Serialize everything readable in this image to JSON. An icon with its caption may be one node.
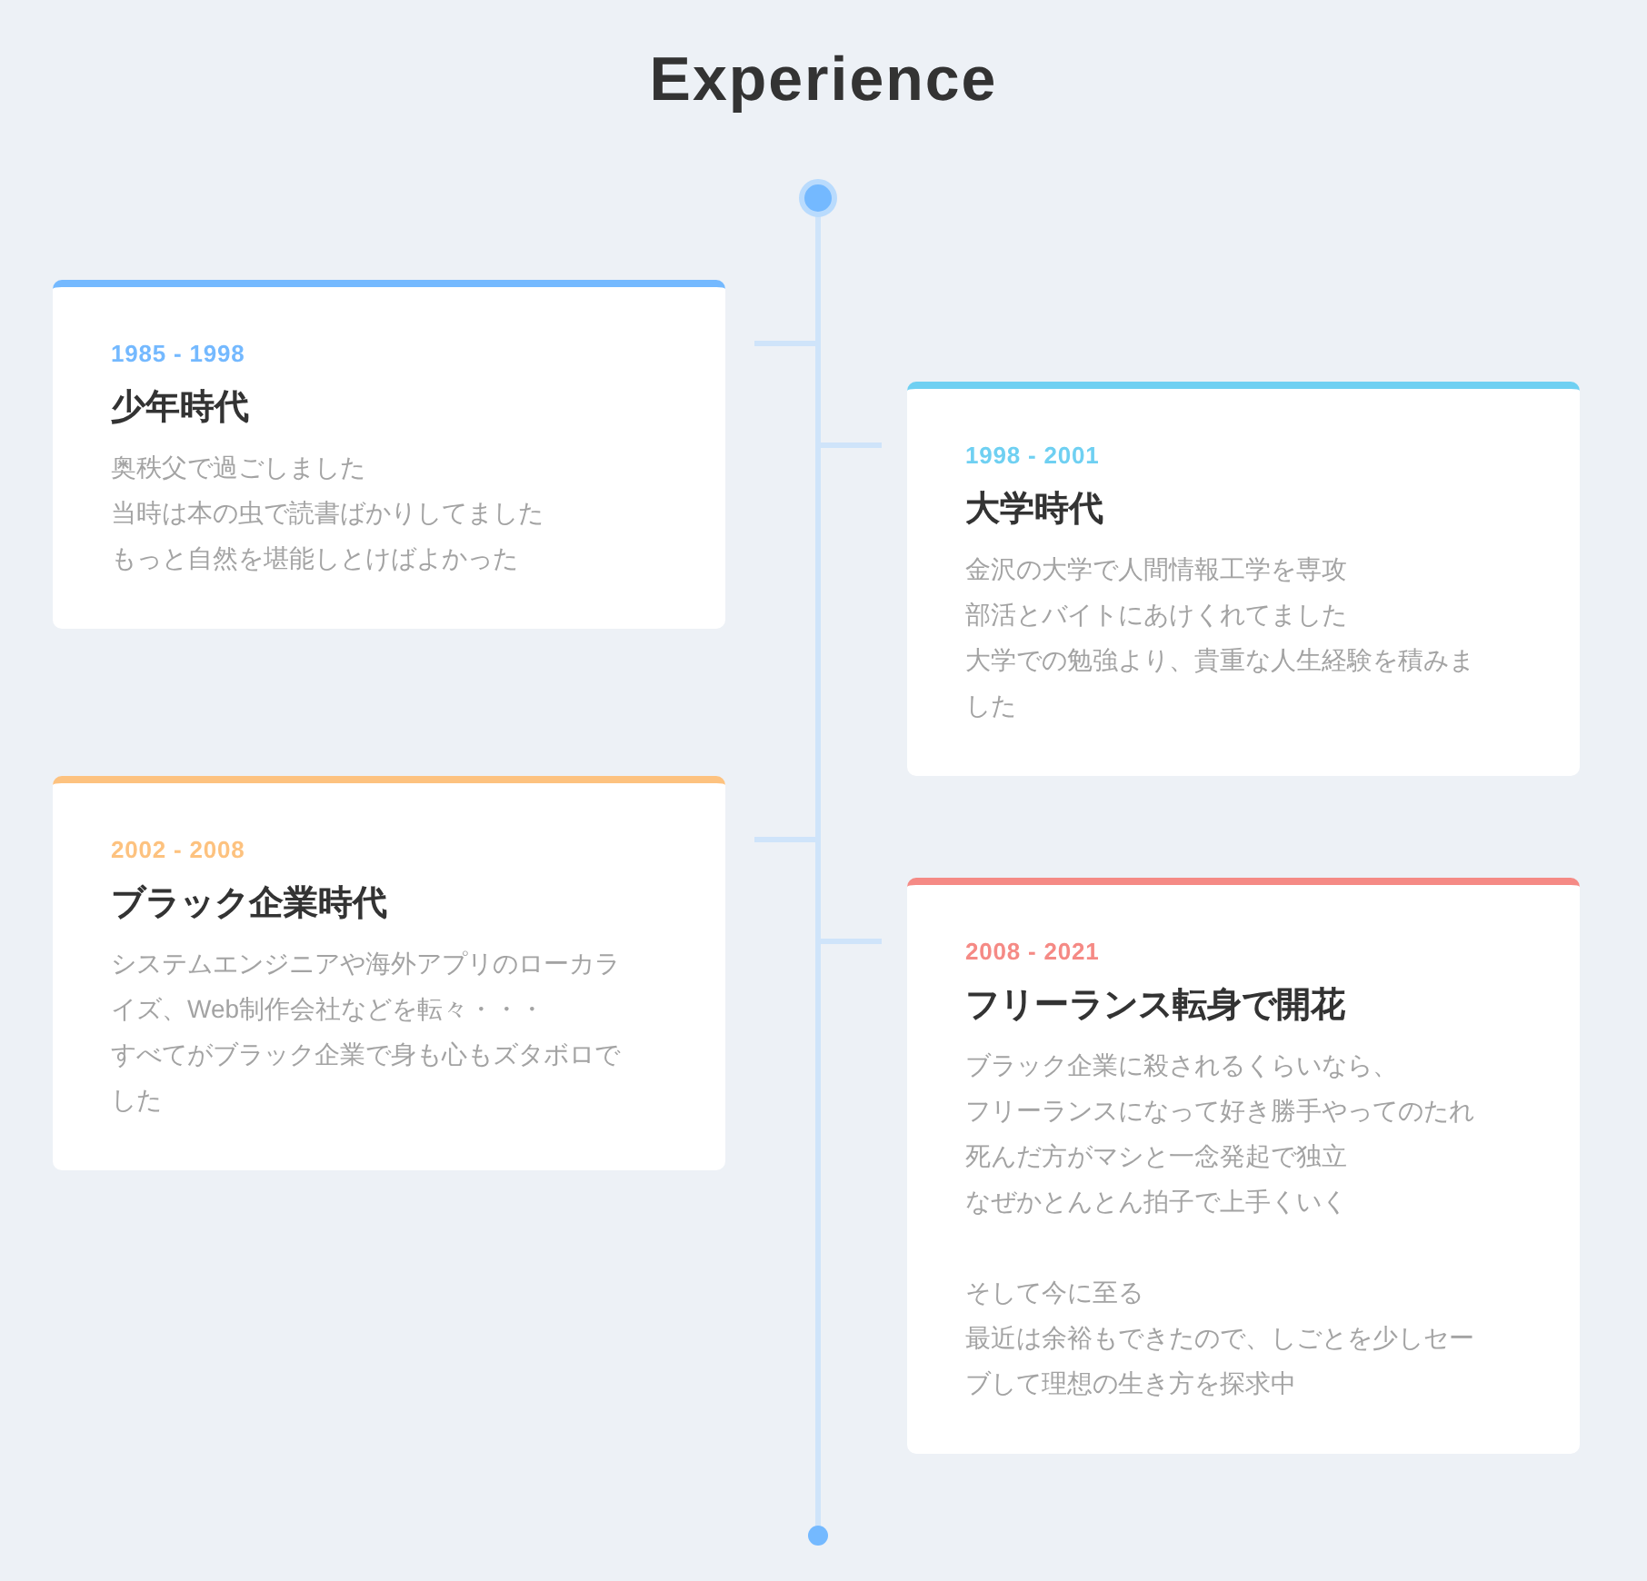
{
  "diagram": {
    "title": "Experience",
    "nodes": [
      {
        "text": [
          "1985 - 1998",
          "少年時代",
          "奥秩父で過ごしました",
          "当時は本の虫で読書ばかりしてました",
          "もっと自然を堪能しとけばよかった"
        ]
      },
      {
        "text": [
          "1998 - 2001",
          "大学時代",
          "金沢の大学で人間情報工学を専攻",
          "部活とバイトにあけくれてました",
          "大学での勉強より、貴重な人生経験を積みました"
        ]
      },
      {
        "text": [
          "2002 - 2008",
          "ブラック企業時代",
          "システムエンジニアや海外アプリのローカライズ、Web制作会社などを転々・・・",
          "すべてがブラック企業で身も心もズタボロでした"
        ]
      },
      {
        "text": [
          "2008 - 2021",
          "フリーランス転身で開花",
          "ブラック企業に殺されるくらいなら、",
          "フリーランスになって好き勝手やってのたれ",
          "死んだ方がマシと一念発起で独立",
          "なぜかとんとん拍子で上手くいく",
          "そして今に至る",
          "最近は余裕もできたので、しごとを少しセーブして理想の生き方を探求中"
        ]
      }
    ]
  }
}
